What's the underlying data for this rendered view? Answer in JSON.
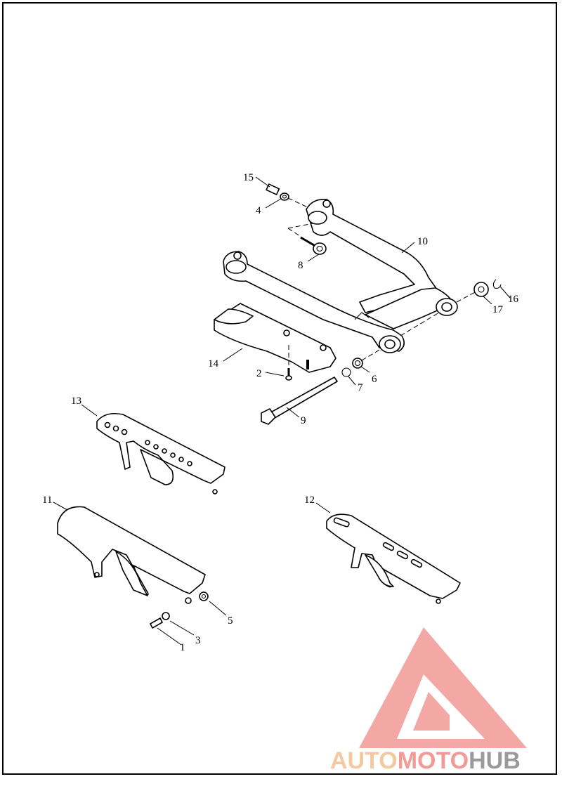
{
  "callouts": {
    "c1": "1",
    "c2": "2",
    "c3": "3",
    "c4": "4",
    "c5": "5",
    "c6": "6",
    "c7": "7",
    "c8": "8",
    "c9": "9",
    "c10": "10",
    "c11": "11",
    "c12": "12",
    "c13": "13",
    "c14": "14",
    "c15": "15",
    "c16": "16",
    "c17": "17"
  },
  "watermark": {
    "part1": "AUTO",
    "part2": "MOTO",
    "part3": "HUB",
    "colors": {
      "auto": "#F5C9A0",
      "moto": "#F29A96",
      "hub": "#9A9A9A",
      "logo": "#F08A84"
    }
  }
}
